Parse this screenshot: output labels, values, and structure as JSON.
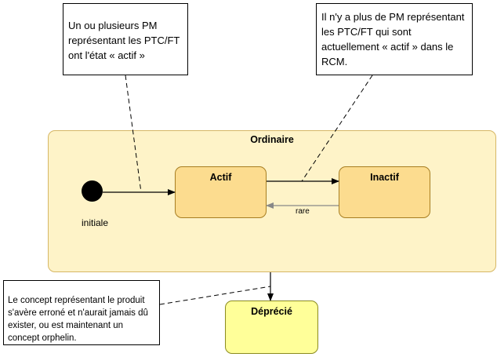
{
  "notes": {
    "top_left": "Un ou plusieurs PM représentant les PTC/FT ont  l'état  « actif »",
    "top_right": "Il n'y a plus de PM représentant les PTC/FT qui sont actuellement « actif » dans le RCM.",
    "bottom_left": "Le concept représentant le produit s'avère erroné et n'aurait jamais dû exister, ou est maintenant un concept orphelin."
  },
  "states": {
    "ordinaire": "Ordinaire",
    "actif": "Actif",
    "inactif": "Inactif",
    "deprecie": "Déprécié"
  },
  "initial_label": "initiale",
  "transition_label": "rare",
  "colors": {
    "ordinaire_fill": "#fef3c8",
    "substate_fill": "#fcdc8f",
    "deprecie_fill": "#ffff99",
    "reverse_arrow": "#888888"
  }
}
